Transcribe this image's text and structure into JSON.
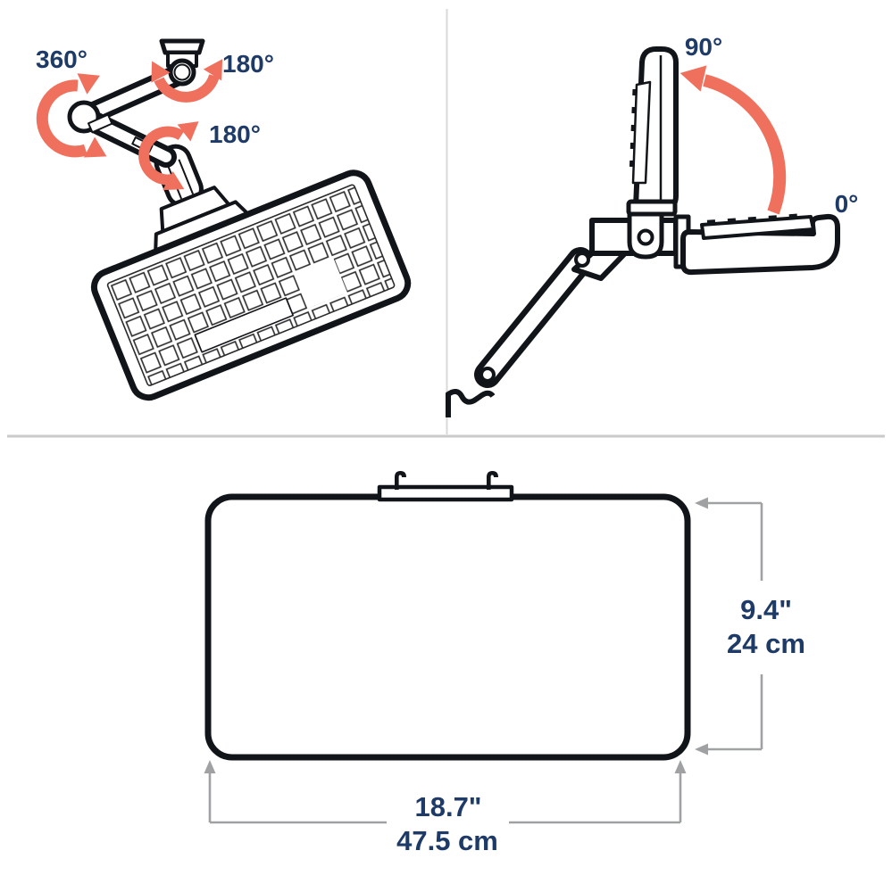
{
  "diagrams": {
    "arm_rotation": {
      "labels": {
        "swivel": "360°",
        "shoulder": "180°",
        "wrist": "180°"
      }
    },
    "tray_tilt": {
      "labels": {
        "folded_up": "90°",
        "flat": "0°"
      }
    },
    "tray_dimensions": {
      "depth_in": "9.4\"",
      "depth_cm": "24 cm",
      "width_in": "18.7\"",
      "width_cm": "47.5 cm"
    }
  },
  "colors": {
    "label_navy": "#1E3A66",
    "arrow_coral": "#F0705E",
    "dimension_gray": "#9FA1A3",
    "line_art_black": "#111418",
    "divider_gray": "#D9D9D9",
    "background": "#FFFFFF"
  }
}
